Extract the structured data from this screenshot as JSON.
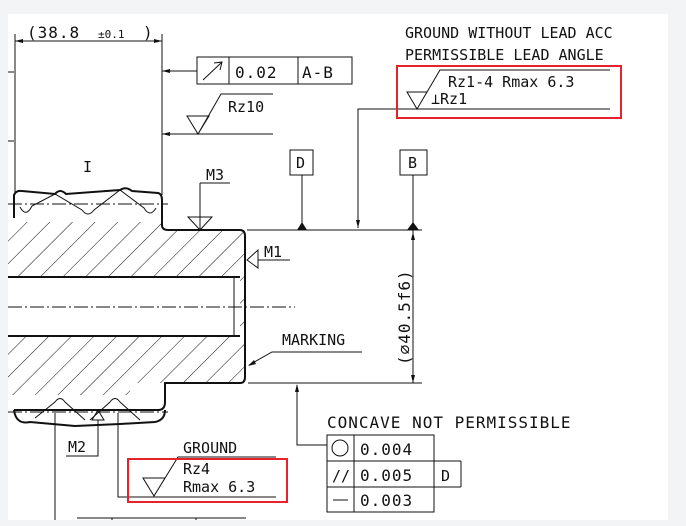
{
  "dimensions": {
    "length": "(38.8",
    "tolerance": "±0.1",
    "close": ")",
    "diameter": "(⌀40.5f6)"
  },
  "runout_frame": {
    "symbol": "circular-runout-icon",
    "value": "0.02",
    "datum": "A-B"
  },
  "surface_rz10": {
    "value": "Rz10"
  },
  "view_label": "I",
  "marks": {
    "m1": "M1",
    "m2": "M2",
    "m3": "M3"
  },
  "datums": {
    "d": "D",
    "b": "B"
  },
  "note_ground": {
    "line1": "GROUND WITHOUT LEAD ACC",
    "line2": "PERMISSIBLE LEAD ANGLE"
  },
  "surface_top": {
    "line1": "Rz1-4 Rmax 6.3",
    "line2": "⊥Rz1"
  },
  "marking_label": "MARKING",
  "concave_note": "CONCAVE NOT PERMISSIBLE",
  "form_frames": [
    {
      "symbol": "circularity-icon",
      "value": "0.004",
      "datum": ""
    },
    {
      "symbol": "parallelism-icon",
      "symbol_text": "//",
      "value": "0.005",
      "datum": "D"
    },
    {
      "symbol": "straightness-icon",
      "value": "0.003",
      "datum": ""
    }
  ],
  "surface_bottom": {
    "title": "GROUND",
    "line1": "Rz4",
    "line2": "Rmax 6.3"
  },
  "highlight_color": "#e8222a"
}
